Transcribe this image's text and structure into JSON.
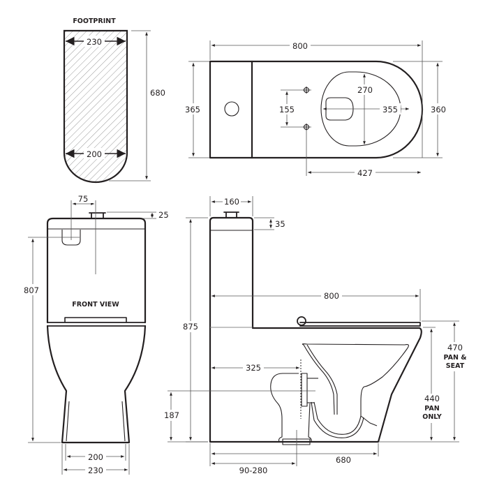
{
  "diagram": {
    "subject": "Close-coupled toilet suite dimension drawing",
    "units": "mm",
    "colors": {
      "line": "#231f20",
      "dimension": "#555555",
      "hatch": "#999999",
      "background": "#ffffff"
    }
  },
  "footprint": {
    "title": "FOOTPRINT",
    "width_top": "230",
    "width_bottom": "200",
    "depth": "680"
  },
  "plan_view": {
    "overall_length": "800",
    "cistern_depth": "365",
    "pan_width": "360",
    "fixing_spacing": "155",
    "bowl_width": "270",
    "bowl_length": "355",
    "fixing_to_front": "427"
  },
  "front_view": {
    "title": "FRONT VIEW",
    "button_offset": "75",
    "button_height": "25",
    "inlet_height": "807",
    "base_inner_width": "200",
    "base_outer_width": "230"
  },
  "side_view": {
    "cistern_depth": "160",
    "button_height": "35",
    "overall_height": "875",
    "seat_length": "800",
    "outlet_setout": "325",
    "outlet_height": "187",
    "setout_range": "90-280",
    "base_depth": "680",
    "pan_seat_height": "470",
    "pan_seat_label_1": "PAN &",
    "pan_seat_label_2": "SEAT",
    "pan_only_height": "440",
    "pan_only_label_1": "PAN",
    "pan_only_label_2": "ONLY"
  }
}
